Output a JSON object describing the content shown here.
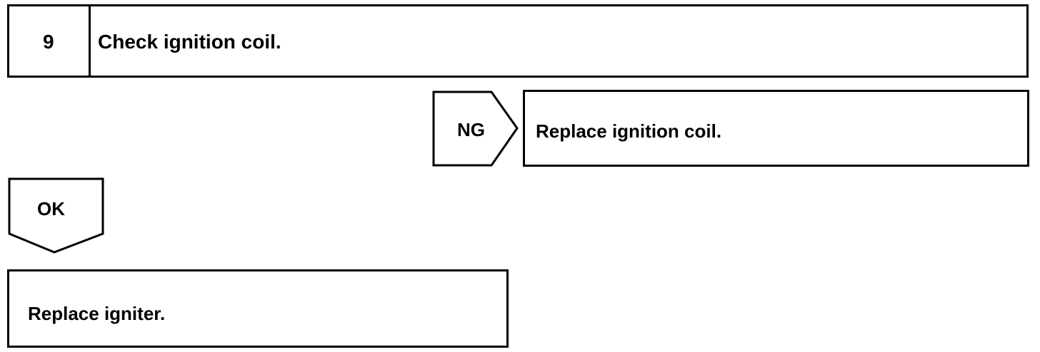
{
  "step": {
    "number": "9",
    "title": "Check ignition coil."
  },
  "ng_branch": {
    "label": "NG",
    "action": "Replace ignition coil."
  },
  "ok_branch": {
    "label": "OK",
    "action": "Replace igniter."
  }
}
